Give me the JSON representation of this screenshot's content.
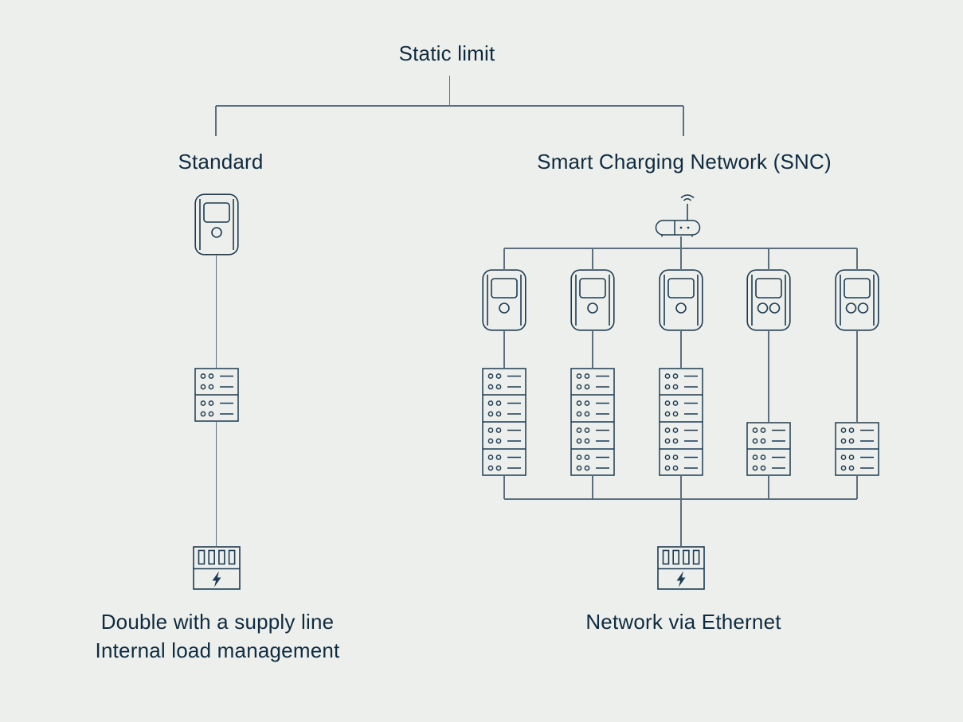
{
  "title": "Static limit",
  "left_branch": {
    "label": "Standard",
    "caption": [
      "Double with a supply line",
      "Internal load management"
    ],
    "station": {
      "sockets": 1,
      "meter_sections": 2
    }
  },
  "right_branch": {
    "label": "Smart Charging Network (SNC)",
    "caption": "Network via Ethernet",
    "router": "wifi-router",
    "stations": [
      {
        "sockets": 1,
        "meter_sections": 4
      },
      {
        "sockets": 1,
        "meter_sections": 4
      },
      {
        "sockets": 1,
        "meter_sections": 4
      },
      {
        "sockets": 2,
        "meter_sections": 2
      },
      {
        "sockets": 2,
        "meter_sections": 2
      }
    ],
    "supply": "fuse-box-ethernet"
  },
  "colors": {
    "background": "#edefec",
    "connector": "#5d6f7e",
    "icon_stroke": "#1d3b52",
    "text": "#0f2b40"
  }
}
